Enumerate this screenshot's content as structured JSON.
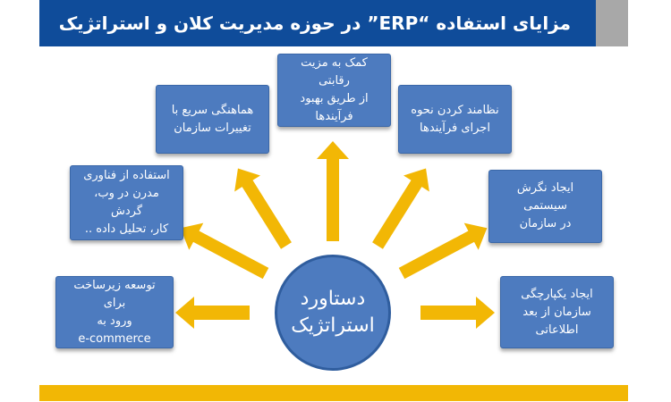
{
  "title": "مزایای استفاده “ERP” در حوزه مدیریت کلان و استراتژیک",
  "center": "دستاورد\nاستراتژیک",
  "boxes": {
    "competitive": "کمک به مزیت رقابتی\nاز طریق بهبود\nفرآیندها",
    "agility": "هماهنگی سریع با\nتغییرات سازمان",
    "process": "نظامند کردن نحوه\nاجرای فرآیندها",
    "technology": "استفاده از فناوری\nمدرن در وب، گردش\nکار، تحلیل داده ..",
    "systemic": "ایجاد نگرش سیستمی\nدر سازمان",
    "ecommerce_line1": "توسعه زیرساخت برای\nورود به",
    "ecommerce_line2": "e-commerce",
    "integration": "ایجاد یکپارچگی\nسازمان از بعد\nاطلاعاتی"
  },
  "colors": {
    "title_bg": "#0f4c9a",
    "box_bg": "#4d7bbf",
    "arrow": "#f2b705",
    "bar": "#f2b705"
  }
}
